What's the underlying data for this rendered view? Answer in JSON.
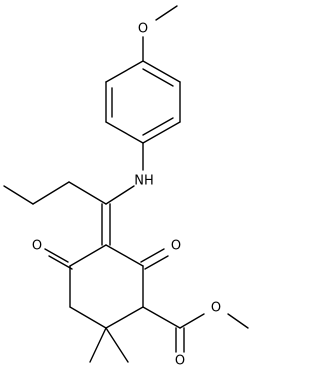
{
  "molecule": {
    "atoms": {
      "methoxy_top_O": "O",
      "amine": "NH",
      "ring_O_left": "O",
      "ring_O_right": "O",
      "ester_carbonyl_O": "O",
      "ester_O": "O"
    },
    "colors": {
      "bond": "#000000",
      "label": "#000000",
      "background": "#ffffff"
    }
  }
}
